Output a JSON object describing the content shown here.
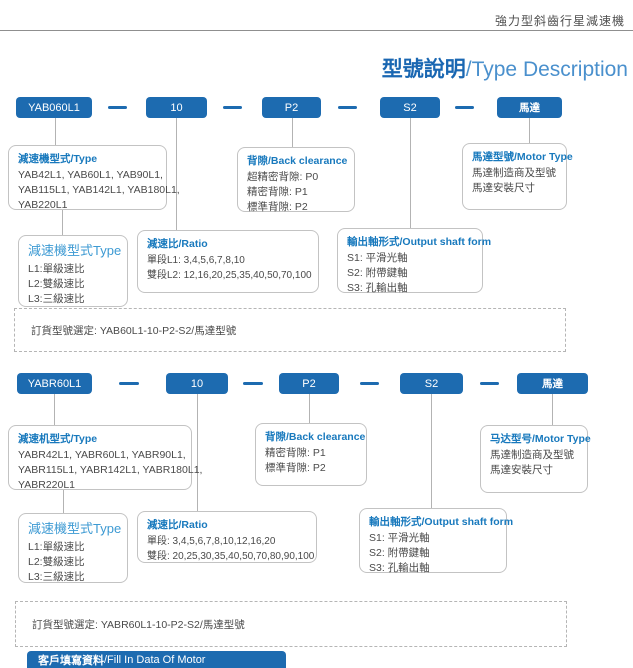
{
  "header": {
    "product_line": "強力型斜齒行星減速機"
  },
  "title": {
    "zh": "型號說明",
    "en": "/Type Description"
  },
  "sections": [
    {
      "codes": [
        "YAB060L1",
        "10",
        "P2",
        "S2",
        "馬達"
      ],
      "type_box": {
        "title": "減速機型式/Type",
        "lines": [
          "YAB42L1, YAB60L1, YAB90L1,",
          "YAB115L1, YAB142L1, YAB180L1,",
          "YAB220L1"
        ]
      },
      "backlash_box": {
        "title": "背隙/Back clearance",
        "lines": [
          "超精密背隙: P0",
          "精密背隙: P1",
          "標準背隙: P2"
        ]
      },
      "motor_box": {
        "title": "馬達型號/Motor Type",
        "lines": [
          "馬達制造商及型號",
          "馬達安裝尺寸"
        ]
      },
      "stage_box": {
        "title": "減速機型式Type",
        "lines": [
          "L1:單級速比",
          "L2:雙級速比",
          "L3:三級速比"
        ]
      },
      "ratio_box": {
        "title": "減速比/Ratio",
        "lines": [
          "單段L1: 3,4,5,6,7,8,10",
          "雙段L2: 12,16,20,25,35,40,50,70,100"
        ]
      },
      "shaft_box": {
        "title": "輸出軸形式/Output shaft form",
        "lines": [
          "S1: 平滑光軸",
          "S2: 附帶鍵軸",
          "S3: 孔輸出軸"
        ]
      },
      "order_note": "訂貨型號選定: YAB60L1-10-P2-S2/馬達型號"
    },
    {
      "codes": [
        "YABR60L1",
        "10",
        "P2",
        "S2",
        "馬達"
      ],
      "type_box": {
        "title": "減速机型式/Type",
        "lines": [
          "YABR42L1, YABR60L1, YABR90L1,",
          "YABR115L1, YABR142L1, YABR180L1,",
          "YABR220L1"
        ]
      },
      "backlash_box": {
        "title": "背隙/Back clearance",
        "lines": [
          "精密背隙: P1",
          "標準背隙: P2"
        ]
      },
      "motor_box": {
        "title": "马达型号/Motor Type",
        "lines": [
          "馬達制造商及型號",
          "馬達安裝尺寸"
        ]
      },
      "stage_box": {
        "title": "減速機型式Type",
        "lines": [
          "L1:單級速比",
          "L2:雙級速比",
          "L3:三級速比"
        ]
      },
      "ratio_box": {
        "title": "減速比/Ratio",
        "lines": [
          "單段: 3,4,5,6,7,8,10,12,16,20",
          "雙段: 20,25,30,35,40,50,70,80,90,100"
        ]
      },
      "shaft_box": {
        "title": "輸出軸形式/Output shaft form",
        "lines": [
          "S1: 平滑光軸",
          "S2: 附帶鍵軸",
          "S3: 孔輸出軸"
        ]
      },
      "order_note": "訂貨型號選定: YABR60L1-10-P2-S2/馬達型號"
    }
  ],
  "footer": {
    "zh": "客戶填寫資料",
    "en": "/Fill In Data Of Motor"
  },
  "colors": {
    "accent_blue": "#1d6bb0",
    "callout_title_blue": "#1879bd",
    "stage_title_blue": "#3d9ad3"
  }
}
